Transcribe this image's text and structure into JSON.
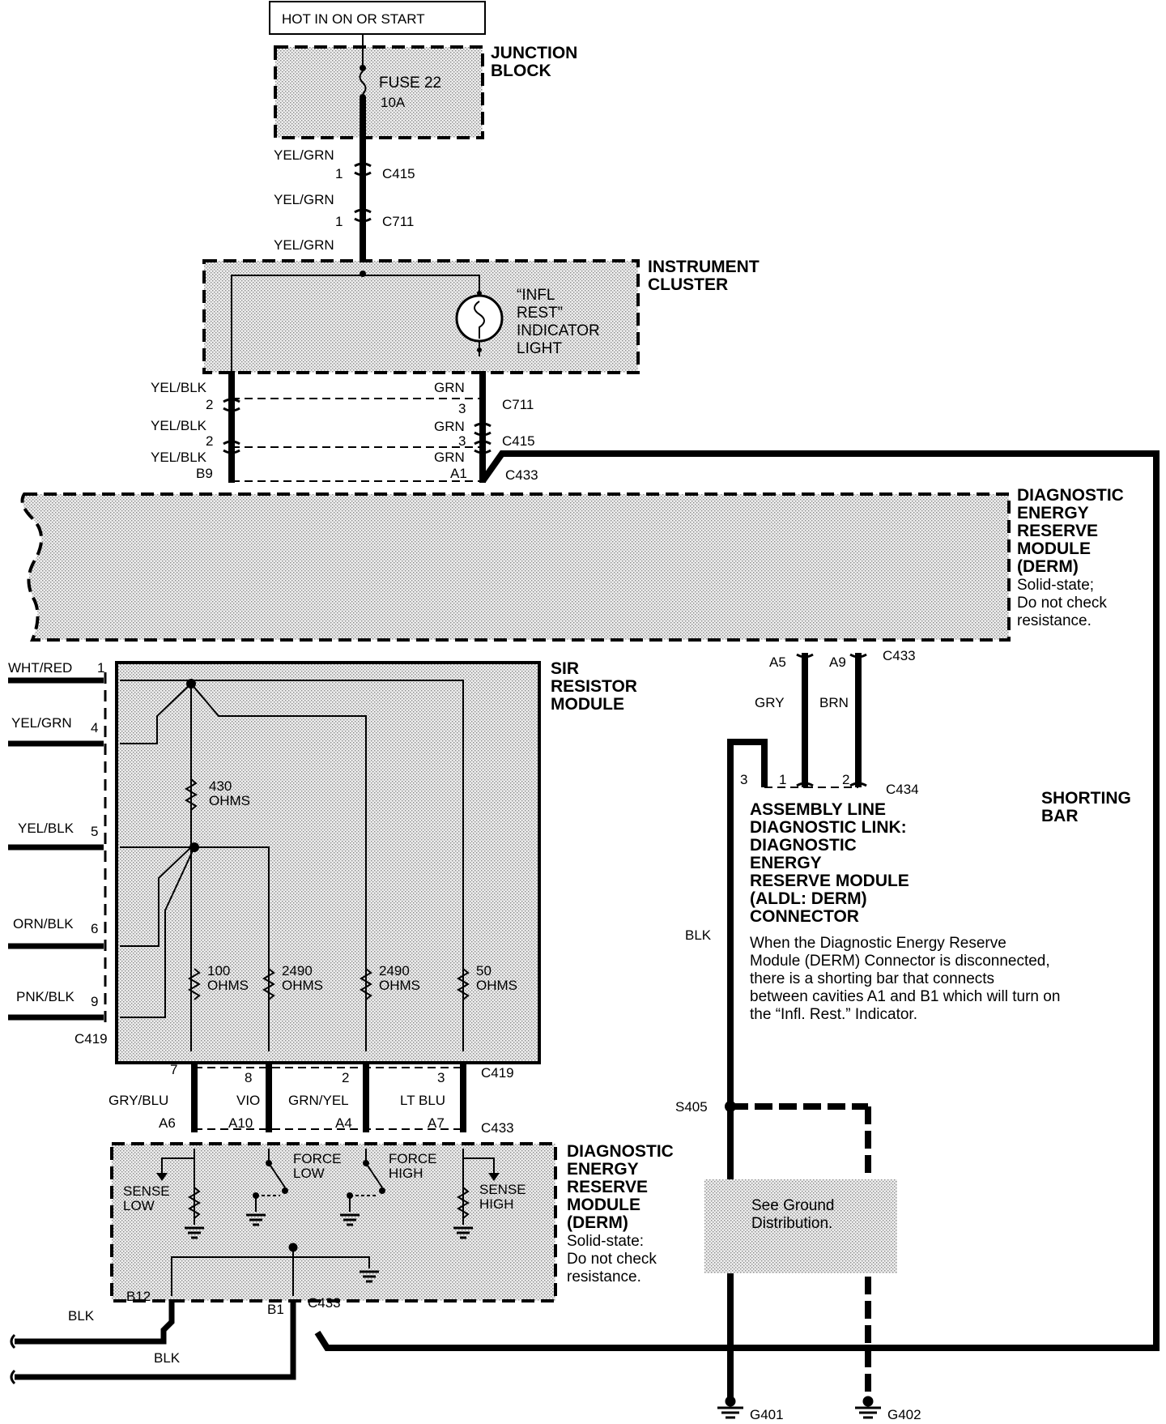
{
  "power": {
    "header": "HOT IN ON OR START"
  },
  "junction_block": {
    "title_1": "JUNCTION",
    "title_2": "BLOCK",
    "fuse_name": "FUSE 22",
    "fuse_rating": "10A"
  },
  "wires_top": {
    "w1": "YEL/GRN",
    "c415": "C415",
    "w2": "YEL/GRN",
    "c711": "C711",
    "w3": "YEL/GRN",
    "pin1": "1",
    "pin1b": "1"
  },
  "cluster": {
    "title_1": "INSTRUMENT",
    "title_2": "CLUSTER",
    "lamp_1": "“INFL",
    "lamp_2": "REST”",
    "lamp_3": "INDICATOR",
    "lamp_4": "LIGHT"
  },
  "cluster_wires": {
    "left_1": "YEL/BLK",
    "left_pin_1": "2",
    "left_2": "YEL/BLK",
    "left_pin_2": "2",
    "left_3": "YEL/BLK",
    "left_pin_3": "B9",
    "right_1": "GRN",
    "right_pin_1": "3",
    "right_2": "GRN",
    "right_pin_2": "3",
    "right_3": "GRN",
    "right_pin_3": "A1",
    "c711": "C711",
    "c415": "C415",
    "c433": "C433"
  },
  "derm_top": {
    "t1": "DIAGNOSTIC",
    "t2": "ENERGY",
    "t3": "RESERVE",
    "t4": "MODULE",
    "t5": "(DERM)",
    "n1": "Solid-state;",
    "n2": "Do not check",
    "n3": "resistance."
  },
  "aldl_wires": {
    "a5": "A5",
    "a9": "A9",
    "c433": "C433",
    "gry": "GRY",
    "brn": "BRN",
    "p3": "3",
    "p1": "1",
    "p2": "2",
    "c434": "C434",
    "blk": "BLK"
  },
  "aldl": {
    "t1": "ASSEMBLY LINE",
    "t2": "DIAGNOSTIC LINK:",
    "t3": "DIAGNOSTIC",
    "t4": "ENERGY",
    "t5": "RESERVE MODULE",
    "t6": "(ALDL: DERM)",
    "t7": "CONNECTOR",
    "n1": "When the Diagnostic Energy Reserve",
    "n2": "Module (DERM) Connector is disconnected,",
    "n3": "there is a shorting bar that connects",
    "n4": "between cavities A1 and B1 which will turn on",
    "n5": "the “Infl. Rest.” Indicator."
  },
  "shorting_bar": {
    "t1": "SHORTING",
    "t2": "BAR"
  },
  "sir": {
    "t1": "SIR",
    "t2": "RESISTOR",
    "t3": "MODULE",
    "w1": "WHT/RED",
    "p1": "1",
    "w4": "YEL/GRN",
    "p4": "4",
    "w5": "YEL/BLK",
    "p5": "5",
    "w6": "ORN/BLK",
    "p6": "6",
    "w9": "PNK/BLK",
    "p9": "9",
    "c419": "C419",
    "r430": "430",
    "r430u": "OHMS",
    "r100": "100",
    "r100u": "OHMS",
    "r2490a": "2490",
    "r2490au": "OHMS",
    "r2490b": "2490",
    "r2490bu": "OHMS",
    "r50": "50",
    "r50u": "OHMS"
  },
  "sir_out": {
    "p7": "7",
    "p8": "8",
    "p2": "2",
    "p3": "3",
    "c419": "C419",
    "w_gb": "GRY/BLU",
    "w_vio": "VIO",
    "w_gy": "GRN/YEL",
    "w_lb": "LT BLU",
    "a6": "A6",
    "a10": "A10",
    "a4": "A4",
    "a7": "A7",
    "c433": "C433"
  },
  "derm_bottom": {
    "t1": "DIAGNOSTIC",
    "t2": "ENERGY",
    "t3": "RESERVE",
    "t4": "MODULE",
    "t5": "(DERM)",
    "n1": "Solid-state:",
    "n2": "Do not check",
    "n3": "resistance.",
    "sl1": "SENSE",
    "sl2": "LOW",
    "fl1": "FORCE",
    "fl2": "LOW",
    "fh1": "FORCE",
    "fh2": "HIGH",
    "sh1": "SENSE",
    "sh2": "HIGH"
  },
  "ground": {
    "b12": "B12",
    "b1": "B1",
    "c433": "C433",
    "blk1": "BLK",
    "blk2": "BLK",
    "s405": "S405",
    "see1": "See Ground",
    "see2": "Distribution.",
    "g401": "G401",
    "g402": "G402"
  }
}
